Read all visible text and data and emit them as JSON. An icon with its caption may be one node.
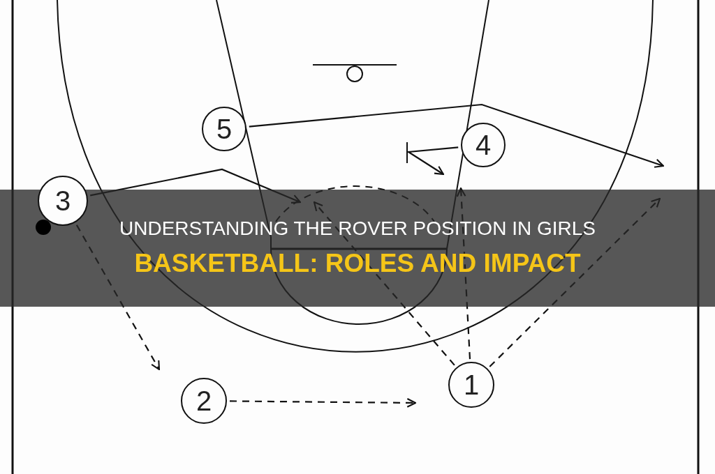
{
  "diagram": {
    "nodes": [
      {
        "text": [
          "5"
        ]
      },
      {
        "text": [
          "4"
        ]
      },
      {
        "text": [
          "3"
        ]
      },
      {
        "text": [
          "1"
        ]
      },
      {
        "text": [
          "2"
        ]
      }
    ],
    "edges": [
      {
        "from": 0,
        "to": null,
        "arrow": "to"
      },
      {
        "from": 2,
        "to": null,
        "arrow": "to"
      },
      {
        "from": 1,
        "to": null,
        "arrow": "to"
      },
      {
        "from": 2,
        "to": null,
        "arrow": "to",
        "style": "dashed"
      },
      {
        "from": 3,
        "to": null,
        "arrow": "to",
        "style": "dashed"
      },
      {
        "from": 3,
        "to": null,
        "arrow": "to",
        "style": "dashed"
      },
      {
        "from": 3,
        "to": null,
        "arrow": "to",
        "style": "dashed"
      },
      {
        "from": 4,
        "to": null,
        "arrow": "to",
        "style": "dashed"
      }
    ],
    "labels": [
      "UNDERSTANDING THE ROVER POSITION IN GIRLS",
      "BASKETBALL: ROLES AND IMPACT"
    ]
  }
}
